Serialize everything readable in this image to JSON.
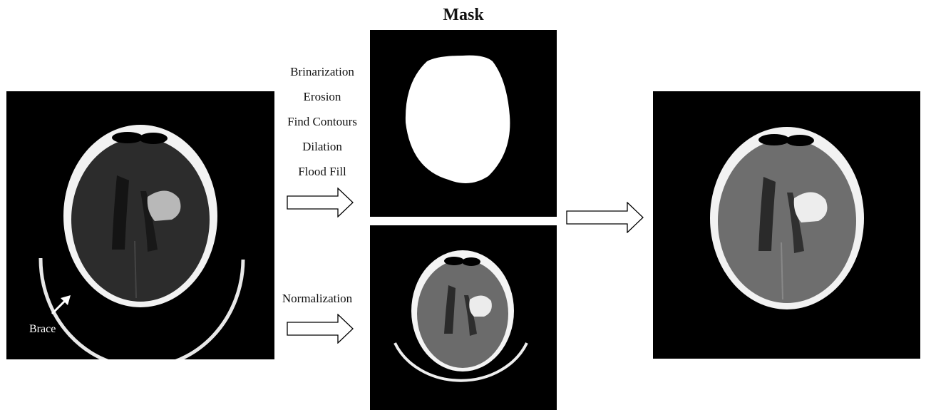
{
  "mask_title": "Mask",
  "steps": [
    "Brinarization",
    "Erosion",
    "Find Contours",
    "Dilation",
    "Flood Fill"
  ],
  "normalization_label": "Normalization",
  "brace_label": "Brace",
  "images": {
    "input_ct": "ct-scan-with-brace",
    "mask": "binary-brain-mask",
    "normalized_ct": "normalized-ct-scan",
    "output_ct": "skull-stripped-ct-scan"
  },
  "colors": {
    "background": "#000000",
    "mask": "#ffffff",
    "arrow_stroke": "#000000",
    "hemorrhage": "#d8d8d8"
  }
}
